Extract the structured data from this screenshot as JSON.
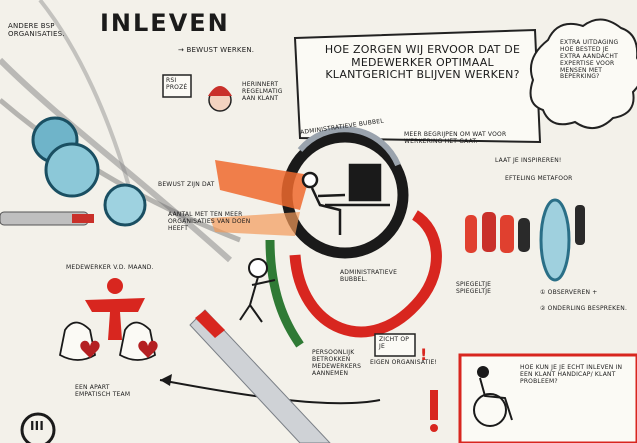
{
  "title": "INLEVEN",
  "top_left_note": "Andere BSP organisaties.",
  "bewust_werken": "→ Bewust werken.",
  "rsi_badge": "RSI Prozé",
  "herinnert": "Herinnert regelmatig aan klant",
  "bewust_zijn": "Bewust zijn dat",
  "aantal_text": "aantal met ten meer organisaties van doen heeft",
  "question_main": "Hoe zorgen wij ervoor dat de medewerker optimaal klantgericht blijven werken?",
  "cloud_text": "Extra uitdaging hoe bested je extra aandacht expertise voor mensen met beperking?",
  "admin_top": "Administratieve bubbel",
  "admin_bottom": "Administratieve bubbel.",
  "meer_info": "Meer begrijpen om wat voor werkering het gaat.",
  "inspireren": "Laat je inspireren!",
  "efteling": "Efteling metafoor",
  "spiegeltje": "Spiegeltje spiegeltje",
  "step1": "① observeren +",
  "step2": "② onderling bespreken.",
  "medewerker": "Medewerker v.d. maand.",
  "team": "Een apart empatisch team",
  "persoonlijk": "Persoonlijk betrokken medewerkers aannemen",
  "zichtopje": "zicht op je",
  "eigen_org": "eigen organisatie!",
  "hoe_kun_je": "Hoe kun je je echt inleven in een klant handicap/ klant probleem?",
  "corner_mark": "III",
  "exclamation": "!",
  "colors": {
    "red": "#d8261f",
    "orange": "#ef6a2e",
    "teal": "#2f8fa8",
    "black": "#1a1a1a",
    "green": "#2f7a35",
    "paper": "#f3f1ea"
  }
}
